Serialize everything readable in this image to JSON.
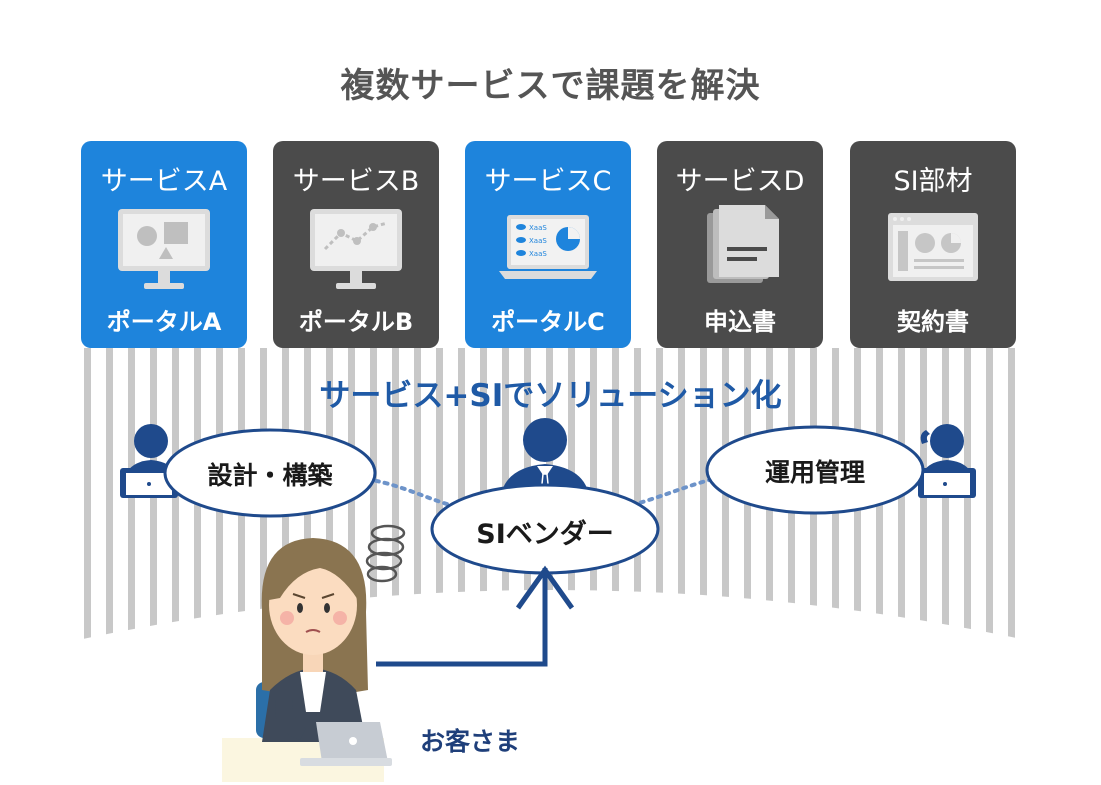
{
  "title": "複数サービスで課題を解決",
  "cards": [
    {
      "head": "サービスA",
      "foot": "ポータルA",
      "color": "#1e84dc",
      "icon": "monitor-shapes-icon"
    },
    {
      "head": "サービスB",
      "foot": "ポータルB",
      "color": "#4b4b4b",
      "icon": "monitor-chart-icon"
    },
    {
      "head": "サービスC",
      "foot": "ポータルC",
      "color": "#1e84dc",
      "icon": "laptop-xaas-icon",
      "icon_text": [
        "XaaS",
        "XaaS",
        "XaaS"
      ]
    },
    {
      "head": "サービスD",
      "foot": "申込書",
      "color": "#4b4b4b",
      "icon": "documents-icon"
    },
    {
      "head": "SI部材",
      "foot": "契約書",
      "color": "#4b4b4b",
      "icon": "browser-window-icon"
    }
  ],
  "solution": "サービス+SIでソリューション化",
  "roles": {
    "design": "設計・構築",
    "vendor": "SIベンダー",
    "operation": "運用管理"
  },
  "customer": "お客さま",
  "colors": {
    "accent_blue": "#1e84dc",
    "dark_card": "#4b4b4b",
    "navy": "#1f4a8c",
    "stripe": "#c8c8c8"
  }
}
